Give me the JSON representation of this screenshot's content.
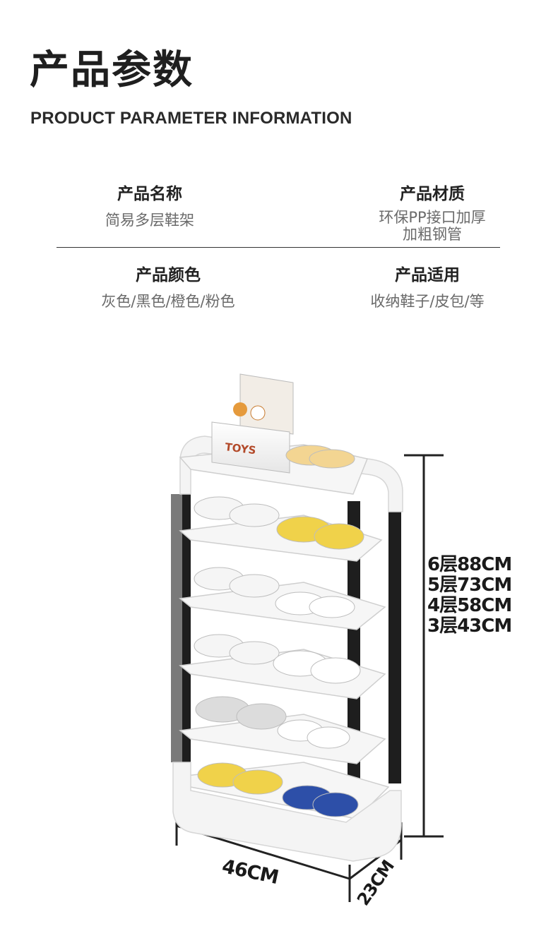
{
  "header": {
    "title_cn": "产品参数",
    "title_en": "PRODUCT PARAMETER INFORMATION"
  },
  "params": [
    {
      "label": "产品名称",
      "value_lines": [
        "简易多层鞋架"
      ]
    },
    {
      "label": "产品材质",
      "value_lines": [
        "环保PP接口加厚",
        "加粗钢管"
      ]
    },
    {
      "label": "产品颜色",
      "value_lines": [
        "灰色/黑色/橙色/粉色"
      ]
    },
    {
      "label": "产品适用",
      "value_lines": [
        "收纳鞋子/皮包/等"
      ]
    }
  ],
  "product": {
    "box_text": "TOYS",
    "heights": [
      "6层88CM",
      "5层73CM",
      "4层58CM",
      "3层43CM"
    ],
    "width": "46CM",
    "depth": "23CM"
  },
  "colors": {
    "rack_white": "#f4f4f4",
    "rack_black": "#1e1e1e",
    "rack_gray": "#7a7a7a",
    "shoe_yellow": "#f0d24a",
    "shoe_blue": "#2d4fa8"
  }
}
